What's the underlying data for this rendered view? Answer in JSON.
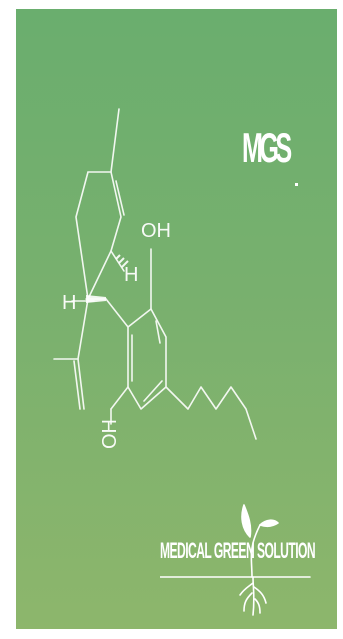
{
  "logo": {
    "abbr": "MGS",
    "brand_name": "MEDICAL GREEN SOLUTION",
    "sprout_icon": "sprout-icon"
  },
  "molecule": {
    "labels": {
      "oh_top": "OH",
      "h_left": "H",
      "h_right": "H",
      "oh_bottom": "OH"
    }
  },
  "colors": {
    "gradient_top": "#6aae6e",
    "gradient_bottom": "#8db66c",
    "ink": "#ffffff"
  }
}
